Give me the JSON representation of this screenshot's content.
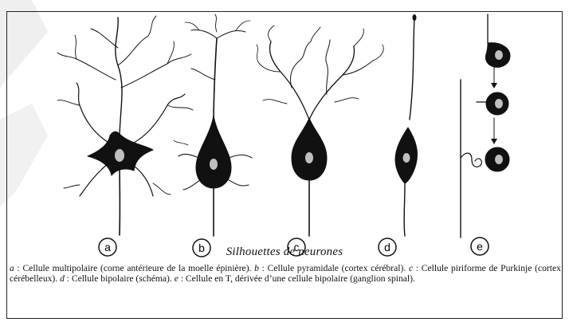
{
  "figure": {
    "caption": "Silhouettes de neurones",
    "panels": [
      {
        "id": "a",
        "label": "a"
      },
      {
        "id": "b",
        "label": "b"
      },
      {
        "id": "c",
        "label": "c"
      },
      {
        "id": "d",
        "label": "d"
      },
      {
        "id": "e",
        "label": "e"
      }
    ],
    "legend": [
      {
        "letter": "a",
        "sep": " : ",
        "text": "Cellule multipolaire (corne antérieure de la moelle épinière). "
      },
      {
        "letter": "b",
        "sep": " : ",
        "text": "Cellule pyramidale (cortex cérébral). "
      },
      {
        "letter": "c",
        "sep": " : ",
        "text": "Cellule piriforme de Purkinje (cortex cérébelleux). "
      },
      {
        "letter": "d",
        "sep": " : ",
        "text": "Cellule bipolaire (schéma). "
      },
      {
        "letter": "e",
        "sep": " : ",
        "text": "Cellule en T, dérivée d’une cellule bipolaire (ganglion spinal)."
      }
    ]
  },
  "colors": {
    "ink": "#111111",
    "nucleus": "#bfbfbf",
    "watermark": "#e6e6e6"
  }
}
